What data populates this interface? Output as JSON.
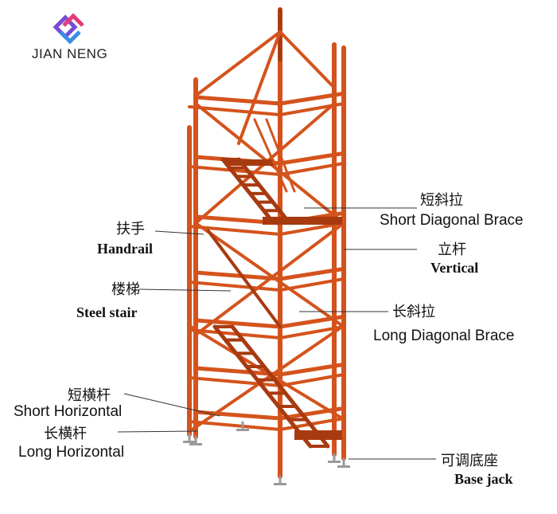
{
  "logo": {
    "text": "JIAN NENG",
    "icon": "jn-logo-icon"
  },
  "labels": {
    "short_diagonal_brace_zh": "短斜拉",
    "short_diagonal_brace_en": "Short Diagonal Brace",
    "vertical_zh": "立杆",
    "vertical_en": "Vertical",
    "handrail_zh": "扶手",
    "handrail_en": "Handrail",
    "steel_stair_zh": "楼梯",
    "steel_stair_en": "Steel stair",
    "long_diagonal_brace_zh": "长斜拉",
    "long_diagonal_brace_en": "Long Diagonal Brace",
    "short_horizontal_zh": "短横杆",
    "short_horizontal_en": "Short Horizontal",
    "long_horizontal_zh": "长横杆",
    "long_horizontal_en": "Long Horizontal",
    "base_jack_zh": "可调底座",
    "base_jack_en": "Base jack"
  },
  "colors": {
    "tube": "#d4531c",
    "tube_dark": "#a83a10",
    "leader": "#333333",
    "steel": "#9a9a9a"
  }
}
